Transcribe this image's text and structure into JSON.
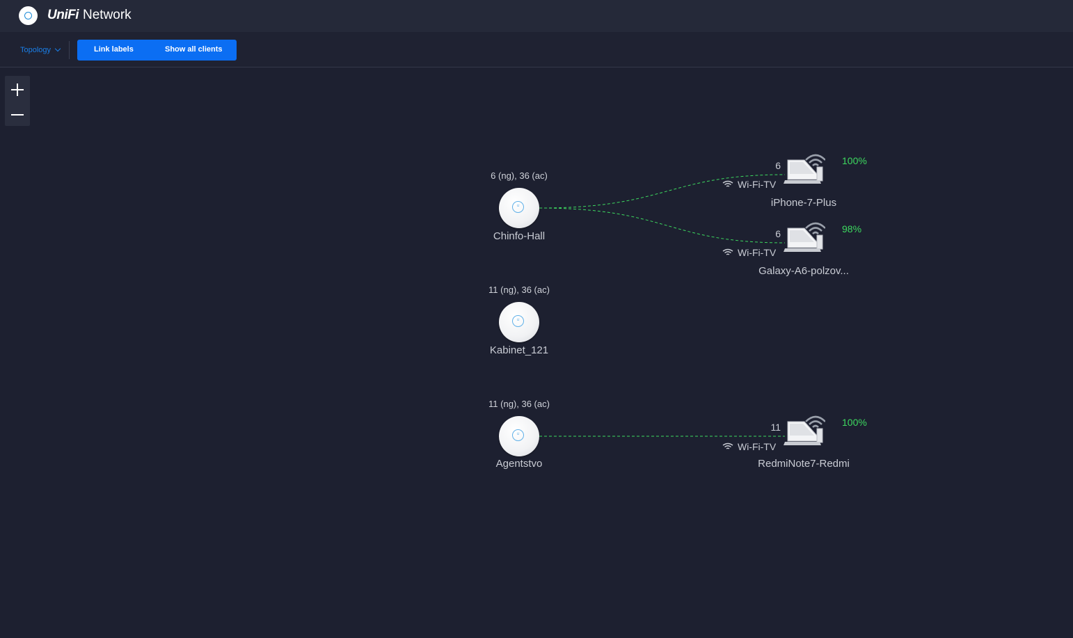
{
  "app": {
    "brand_italic": "UniFi",
    "brand_name": "Network"
  },
  "toolbar": {
    "view_select": "Topology",
    "link_labels": "Link labels",
    "show_all_clients": "Show all clients"
  },
  "colors": {
    "accent": "#0b6ef3",
    "link_line": "#3dd95f",
    "signal_good": "#3dd95f",
    "background": "#1d2030"
  },
  "access_points": [
    {
      "name": "Chinfo-Hall",
      "radio": "6 (ng), 36 (ac)"
    },
    {
      "name": "Kabinet_121",
      "radio": "11 (ng), 36 (ac)"
    },
    {
      "name": "Agentstvo",
      "radio": "11 (ng), 36 (ac)"
    }
  ],
  "clients": [
    {
      "name": "iPhone-7-Plus",
      "channel": "6",
      "ssid": "Wi-Fi-TV",
      "signal": "100%"
    },
    {
      "name": "Galaxy-A6-polzov...",
      "channel": "6",
      "ssid": "Wi-Fi-TV",
      "signal": "98%"
    },
    {
      "name": "RedmiNote7-Redmi",
      "channel": "11",
      "ssid": "Wi-Fi-TV",
      "signal": "100%"
    }
  ],
  "icons": {
    "logo": "unifi-logo-icon",
    "zoom_in": "plus-icon",
    "zoom_out": "minus-icon",
    "ap": "access-point-icon",
    "client": "laptop-wifi-icon",
    "wifi": "wifi-icon"
  }
}
